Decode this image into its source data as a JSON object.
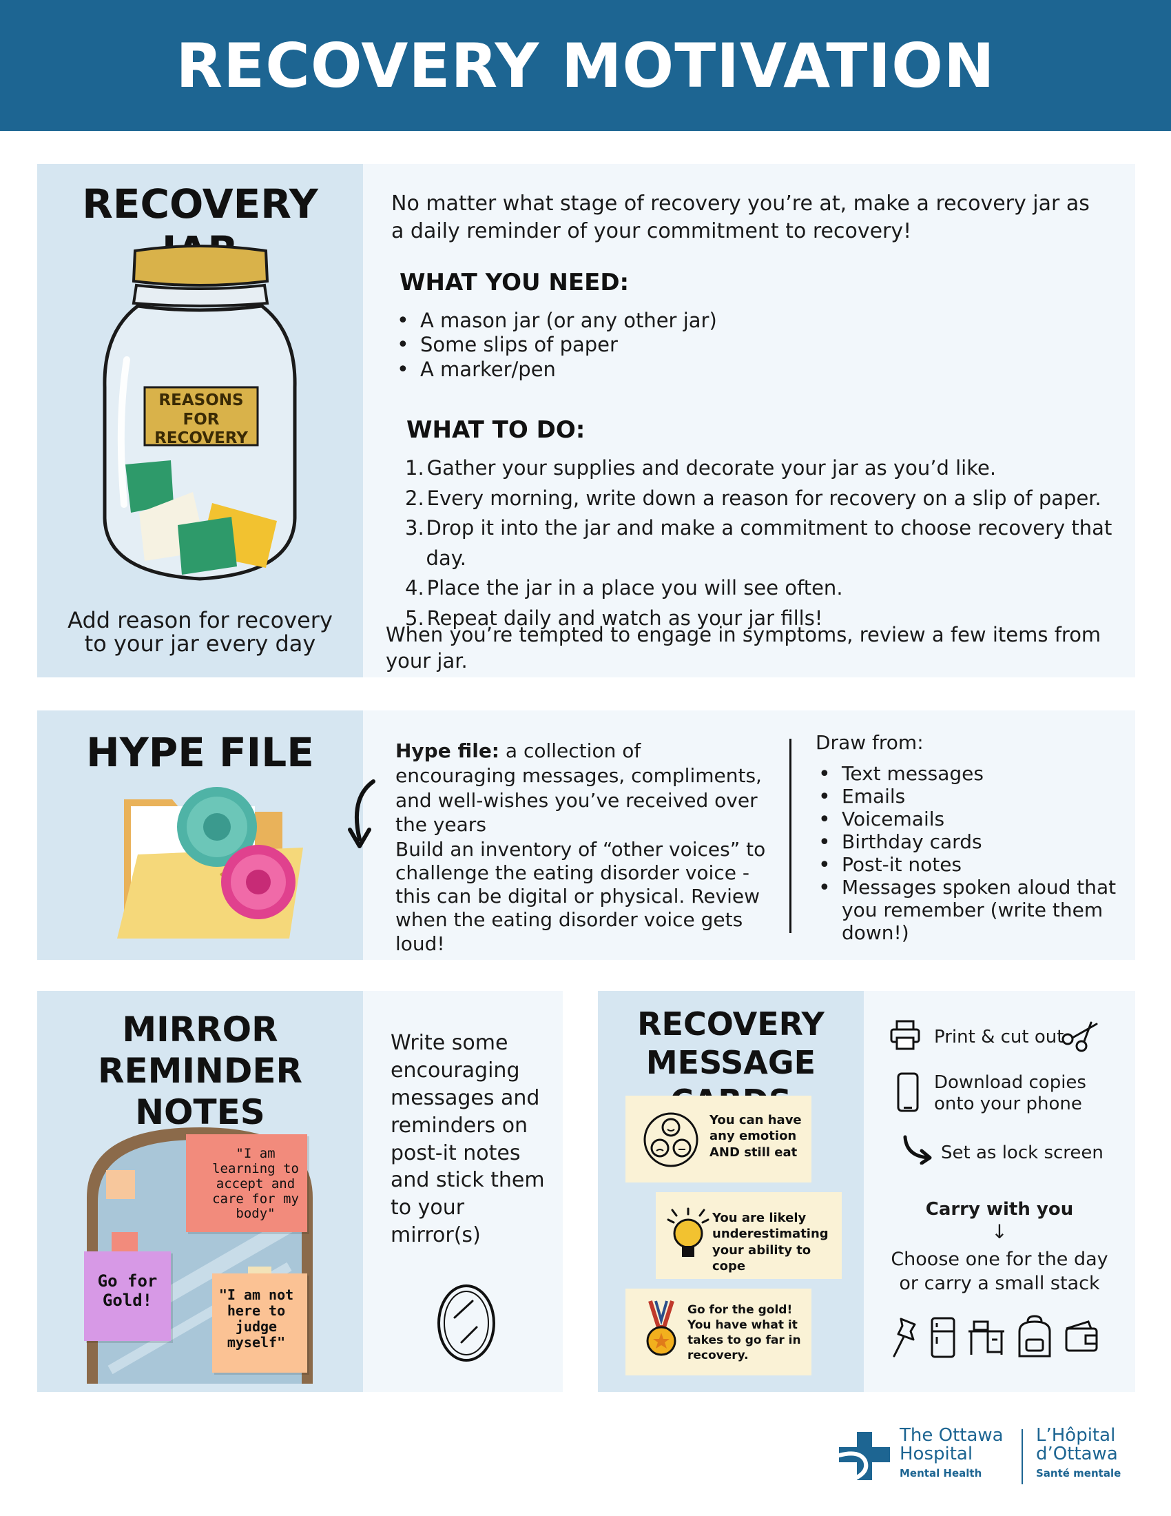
{
  "header": {
    "title": "RECOVERY MOTIVATION"
  },
  "recovery_jar": {
    "title": "RECOVERY JAR",
    "jar_label_line1": "REASONS FOR",
    "jar_label_line2": "RECOVERY",
    "caption_line1": "Add reason for recovery",
    "caption_line2": "to your jar every day",
    "intro": "No matter what stage of recovery you’re at, make a recovery jar as a daily reminder of your commitment to recovery!",
    "need_heading": "WHAT YOU NEED:",
    "need_items": [
      "A mason jar (or any other jar)",
      "Some slips of paper",
      "A marker/pen"
    ],
    "do_heading": "WHAT TO DO:",
    "do_steps": [
      {
        "num": "1.",
        "text": "Gather your supplies and decorate your jar as you’d like."
      },
      {
        "num": "2.",
        "text": "Every morning, write down a reason for recovery on a slip of paper."
      },
      {
        "num": "3.",
        "text": "Drop it into the jar and make a commitment to choose recovery that day."
      },
      {
        "num": "4.",
        "text": "Place the jar in a place you will see often."
      },
      {
        "num": "5.",
        "text": "Repeat daily and watch as your jar fills!"
      }
    ],
    "closing": "When you’re tempted to engage in symptoms, review a few items from your jar."
  },
  "hype_file": {
    "title": "HYPE FILE",
    "definition_term": "Hype file:",
    "definition_text": " a collection of encouraging messages, compliments, and well-wishes you’ve received over the years",
    "build_text": "Build an inventory of “other voices” to challenge the eating disorder voice - this can be digital or physical. Review when the eating disorder voice gets loud!",
    "draw_heading": "Draw from:",
    "draw_items": [
      "Text messages",
      "Emails",
      "Voicemails",
      "Birthday cards",
      "Post-it notes",
      "Messages spoken aloud that you remember (write them down!)"
    ]
  },
  "mirror_notes": {
    "title_line1": "MIRROR",
    "title_line2": "REMINDER NOTES",
    "note1": "\"I am learning to accept and care for my body\"",
    "note2": "Go for Gold!",
    "note3": "\"I am not here to judge myself\"",
    "instructions": "Write some encouraging messages and reminders on post-it notes and stick them to your mirror(s)"
  },
  "message_cards": {
    "title_line1": "RECOVERY",
    "title_line2": "MESSAGE CARDS",
    "card1": "You can have any emotion AND still eat",
    "card2": "You are likely underestimating your ability to cope",
    "card3": "Go for the gold! You have what it takes to go far in recovery.",
    "opt_print": "Print & cut out",
    "opt_download_line1": "Download copies",
    "opt_download_line2": "onto your phone",
    "opt_lock": "Set as lock screen",
    "carry_heading": "Carry with you",
    "carry_line1": "Choose one for the day",
    "carry_line2": "or carry a small stack"
  },
  "footer": {
    "org_en_line1": "The Ottawa",
    "org_en_line2": "Hospital",
    "org_en_sub": "Mental Health",
    "org_fr_line1": "L’Hôpital",
    "org_fr_line2": "d’Ottawa",
    "org_fr_sub": "Santé mentale"
  },
  "colors": {
    "header_blue": "#1d6592",
    "panel_blue": "#d6e6f1",
    "panel_light": "#f2f7fb",
    "card_cream": "#faf2d6",
    "logo_blue": "#1d6592"
  }
}
